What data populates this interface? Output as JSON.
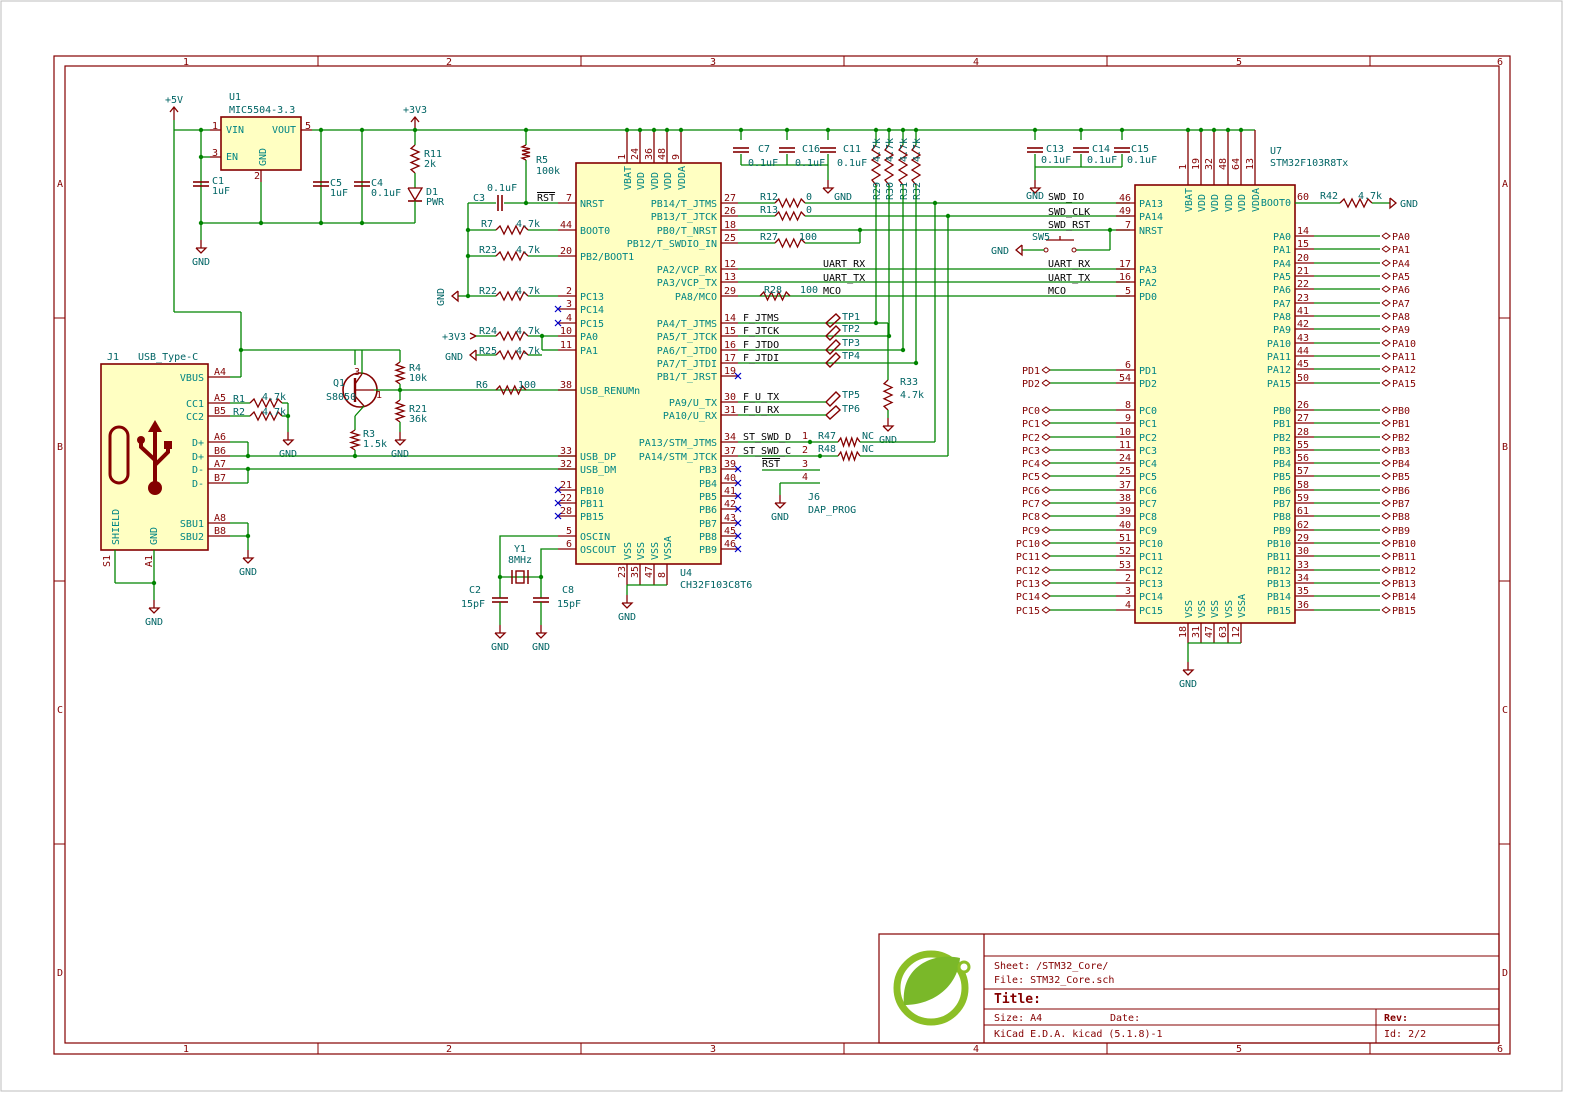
{
  "frame": {
    "col_labels": [
      "1",
      "2",
      "3",
      "4",
      "5",
      "6"
    ],
    "row_labels": [
      "A",
      "B",
      "C",
      "D"
    ]
  },
  "title_block": {
    "sheet": "Sheet: /STM32_Core/",
    "file": "File: STM32_Core.sch",
    "title": "Title:",
    "size": "Size: A4",
    "date": "Date:",
    "rev": "Rev:",
    "tool": "KiCad E.D.A.  kicad (5.1.8)-1",
    "id": "Id: 2/2"
  },
  "power": {
    "p5v": "+5V",
    "p3v3": "+3V3",
    "gnd": "GND"
  },
  "u1": {
    "ref": "U1",
    "value": "MIC5504-3.3",
    "pins": [
      "VIN",
      "EN",
      "GND",
      "VOUT"
    ],
    "nums": [
      "1",
      "3",
      "2",
      "5"
    ]
  },
  "passives": {
    "c1": [
      "C1",
      "1uF"
    ],
    "c5": [
      "C5",
      "1uF"
    ],
    "c4": [
      "C4",
      "0.1uF"
    ],
    "r11": [
      "R11",
      "2k"
    ],
    "d1": [
      "D1",
      "PWR"
    ],
    "r5": [
      "R5",
      "100k"
    ],
    "c3": [
      "C3",
      "0.1uF"
    ],
    "r7": [
      "R7",
      "4.7k"
    ],
    "r23": [
      "R23",
      "4.7k"
    ],
    "r22": [
      "R22",
      "4.7k"
    ],
    "r24": [
      "R24",
      "4.7k"
    ],
    "r25": [
      "R25",
      "4.7k"
    ],
    "r6": [
      "R6",
      "100"
    ],
    "r4": [
      "R4",
      "10k"
    ],
    "r21": [
      "R21",
      "36k"
    ],
    "r3": [
      "R3",
      "1.5k"
    ],
    "q1": [
      "Q1",
      "S8050"
    ],
    "r1": [
      "R1",
      "4.7k"
    ],
    "r2": [
      "R2",
      "4.7k"
    ],
    "y1": [
      "Y1",
      "8MHz"
    ],
    "c2": [
      "C2",
      "15pF"
    ],
    "c8": [
      "C8",
      "15pF"
    ],
    "c7": [
      "C7",
      "0.1uF"
    ],
    "c16": [
      "C16",
      "0.1uF"
    ],
    "c11": [
      "C11",
      "0.1uF"
    ],
    "r12": [
      "R12",
      "0"
    ],
    "r13": [
      "R13",
      "0"
    ],
    "r27": [
      "R27",
      "100"
    ],
    "r28": [
      "R28",
      "100"
    ],
    "r29": [
      "R29",
      "4.7k"
    ],
    "r30": [
      "R30",
      "4.7k"
    ],
    "r31": [
      "R31",
      "4.7k"
    ],
    "r32": [
      "R32",
      "4.7k"
    ],
    "r33": [
      "R33",
      "4.7k"
    ],
    "r47": [
      "R47",
      "NC"
    ],
    "r48": [
      "R48",
      "NC"
    ],
    "c13": [
      "C13",
      "0.1uF"
    ],
    "c14": [
      "C14",
      "0.1uF"
    ],
    "c15": [
      "C15",
      "0.1uF"
    ],
    "r42": [
      "R42",
      "4.7k"
    ],
    "sw5": "SW5",
    "nrst": "RST"
  },
  "j1": {
    "ref": "J1",
    "value": "USB_Type-C",
    "pins": [
      "VBUS",
      "CC1",
      "CC2",
      "D+",
      "D+",
      "D-",
      "D-",
      "SBU1",
      "SBU2",
      "SHIELD",
      "GND"
    ],
    "nums": [
      "A4",
      "A5",
      "B5",
      "A6",
      "B6",
      "A7",
      "B7",
      "A8",
      "B8",
      "S1",
      "A1"
    ]
  },
  "u4": {
    "ref": "U4",
    "value": "CH32F103C8T6",
    "top_pins": [
      "VBAT",
      "VDD",
      "VDD",
      "VDD",
      "VDDA"
    ],
    "top_nums": [
      "1",
      "24",
      "36",
      "48",
      "9"
    ],
    "bot_pins": [
      "VSS",
      "VSS",
      "VSS",
      "VSSA"
    ],
    "bot_nums": [
      "23",
      "35",
      "47",
      "8"
    ],
    "left": [
      [
        "NRST",
        "7"
      ],
      [
        "BOOT0",
        "44"
      ],
      [
        "PB2/BOOT1",
        "20"
      ],
      [
        "PC13",
        "2"
      ],
      [
        "PC14",
        "3"
      ],
      [
        "PC15",
        "4"
      ],
      [
        "PA0",
        "10"
      ],
      [
        "PA1",
        "11"
      ],
      [
        "USB_RENUMn",
        "38"
      ],
      [
        "USB_DP",
        "33"
      ],
      [
        "USB_DM",
        "32"
      ],
      [
        "PB10",
        "21"
      ],
      [
        "PB11",
        "22"
      ],
      [
        "PB15",
        "28"
      ],
      [
        "OSCIN",
        "5"
      ],
      [
        "OSCOUT",
        "6"
      ]
    ],
    "right": [
      [
        "PB14/T_JTMS",
        "27"
      ],
      [
        "PB13/T_JTCK",
        "26"
      ],
      [
        "PB0/T_NRST",
        "18"
      ],
      [
        "PB12/T_SWDIO_IN",
        "25"
      ],
      [
        "PA2/VCP_RX",
        "12"
      ],
      [
        "PA3/VCP_TX",
        "13"
      ],
      [
        "PA8/MCO",
        "29"
      ],
      [
        "PA4/T_JTMS",
        "14"
      ],
      [
        "PA5/T_JTCK",
        "15"
      ],
      [
        "PA6/T_JTDO",
        "16"
      ],
      [
        "PA7/T_JTDI",
        "17"
      ],
      [
        "PB1/T_JRST",
        "19"
      ],
      [
        "PA9/U_TX",
        "30"
      ],
      [
        "PA10/U_RX",
        "31"
      ],
      [
        "PA13/STM_JTMS",
        "34"
      ],
      [
        "PA14/STM_JTCK",
        "37"
      ],
      [
        "PB3",
        "39"
      ],
      [
        "PB4",
        "40"
      ],
      [
        "PB5",
        "41"
      ],
      [
        "PB6",
        "42"
      ],
      [
        "PB7",
        "43"
      ],
      [
        "PB8",
        "45"
      ],
      [
        "PB9",
        "46"
      ]
    ]
  },
  "nets": {
    "uart_rx": "UART_RX",
    "uart_tx": "UART_TX",
    "mco": "MCO",
    "f_jtms": "F_JTMS",
    "f_jtck": "F_JTCK",
    "f_jtdo": "F_JTDO",
    "f_jtdi": "F_JTDI",
    "f_utx": "F_U_TX",
    "f_urx": "F_U_RX",
    "st_swd_d": "ST_SWD_D",
    "st_swd_c": "ST_SWD_C",
    "swd_io": "SWD_IO",
    "swd_clk": "SWD_CLK",
    "swd_rst": "SWD_RST"
  },
  "tps": [
    "TP1",
    "TP2",
    "TP3",
    "TP4",
    "TP5",
    "TP6"
  ],
  "j6": {
    "ref": "J6",
    "value": "DAP_PROG",
    "nums": [
      "1",
      "2",
      "3",
      "4"
    ]
  },
  "u7": {
    "ref": "U7",
    "value": "STM32F103R8Tx",
    "top_pins": [
      "VBAT",
      "VDD",
      "VDD",
      "VDD",
      "VDD",
      "VDDA"
    ],
    "top_nums": [
      "1",
      "19",
      "32",
      "48",
      "64",
      "13"
    ],
    "bot_pins": [
      "VSS",
      "VSS",
      "VSS",
      "VSS",
      "VSSA"
    ],
    "bot_nums": [
      "18",
      "31",
      "47",
      "63",
      "12"
    ],
    "left": [
      [
        "PA13",
        "46"
      ],
      [
        "PA14",
        "49"
      ],
      [
        "NRST",
        "7"
      ],
      [
        "PA3",
        "17"
      ],
      [
        "PA2",
        "16"
      ],
      [
        "PD0",
        "5"
      ],
      [
        "PD1",
        "6"
      ],
      [
        "PD2",
        "54"
      ],
      [
        "PC0",
        "8"
      ],
      [
        "PC1",
        "9"
      ],
      [
        "PC2",
        "10"
      ],
      [
        "PC3",
        "11"
      ],
      [
        "PC4",
        "24"
      ],
      [
        "PC5",
        "25"
      ],
      [
        "PC6",
        "37"
      ],
      [
        "PC7",
        "38"
      ],
      [
        "PC8",
        "39"
      ],
      [
        "PC9",
        "40"
      ],
      [
        "PC10",
        "51"
      ],
      [
        "PC11",
        "52"
      ],
      [
        "PC12",
        "53"
      ],
      [
        "PC13",
        "2"
      ],
      [
        "PC14",
        "3"
      ],
      [
        "PC15",
        "4"
      ]
    ],
    "boot0": [
      "BOOT0",
      "60"
    ],
    "right": [
      [
        "PA0",
        "14"
      ],
      [
        "PA1",
        "15"
      ],
      [
        "PA4",
        "20"
      ],
      [
        "PA5",
        "21"
      ],
      [
        "PA6",
        "22"
      ],
      [
        "PA7",
        "23"
      ],
      [
        "PA8",
        "41"
      ],
      [
        "PA9",
        "42"
      ],
      [
        "PA10",
        "43"
      ],
      [
        "PA11",
        "44"
      ],
      [
        "PA12",
        "45"
      ],
      [
        "PA15",
        "50"
      ],
      [
        "PB0",
        "26"
      ],
      [
        "PB1",
        "27"
      ],
      [
        "PB2",
        "28"
      ],
      [
        "PB3",
        "55"
      ],
      [
        "PB4",
        "56"
      ],
      [
        "PB5",
        "57"
      ],
      [
        "PB6",
        "58"
      ],
      [
        "PB7",
        "59"
      ],
      [
        "PB8",
        "61"
      ],
      [
        "PB9",
        "62"
      ],
      [
        "PB10",
        "29"
      ],
      [
        "PB11",
        "30"
      ],
      [
        "PB12",
        "33"
      ],
      [
        "PB13",
        "34"
      ],
      [
        "PB14",
        "35"
      ],
      [
        "PB15",
        "36"
      ]
    ],
    "left_labels": [
      "PD1",
      "PD2",
      "PC0",
      "PC1",
      "PC2",
      "PC3",
      "PC4",
      "PC5",
      "PC6",
      "PC7",
      "PC8",
      "PC9",
      "PC10",
      "PC11",
      "PC12",
      "PC13",
      "PC14",
      "PC15"
    ]
  },
  "colors": {
    "frame": "#840000",
    "wire": "#008400",
    "body": "#ffffc2",
    "outline": "#840000",
    "pin": "#840000",
    "pintext": "#008484",
    "ref": "#006464",
    "label": "#000000",
    "glabel": "#840000"
  }
}
